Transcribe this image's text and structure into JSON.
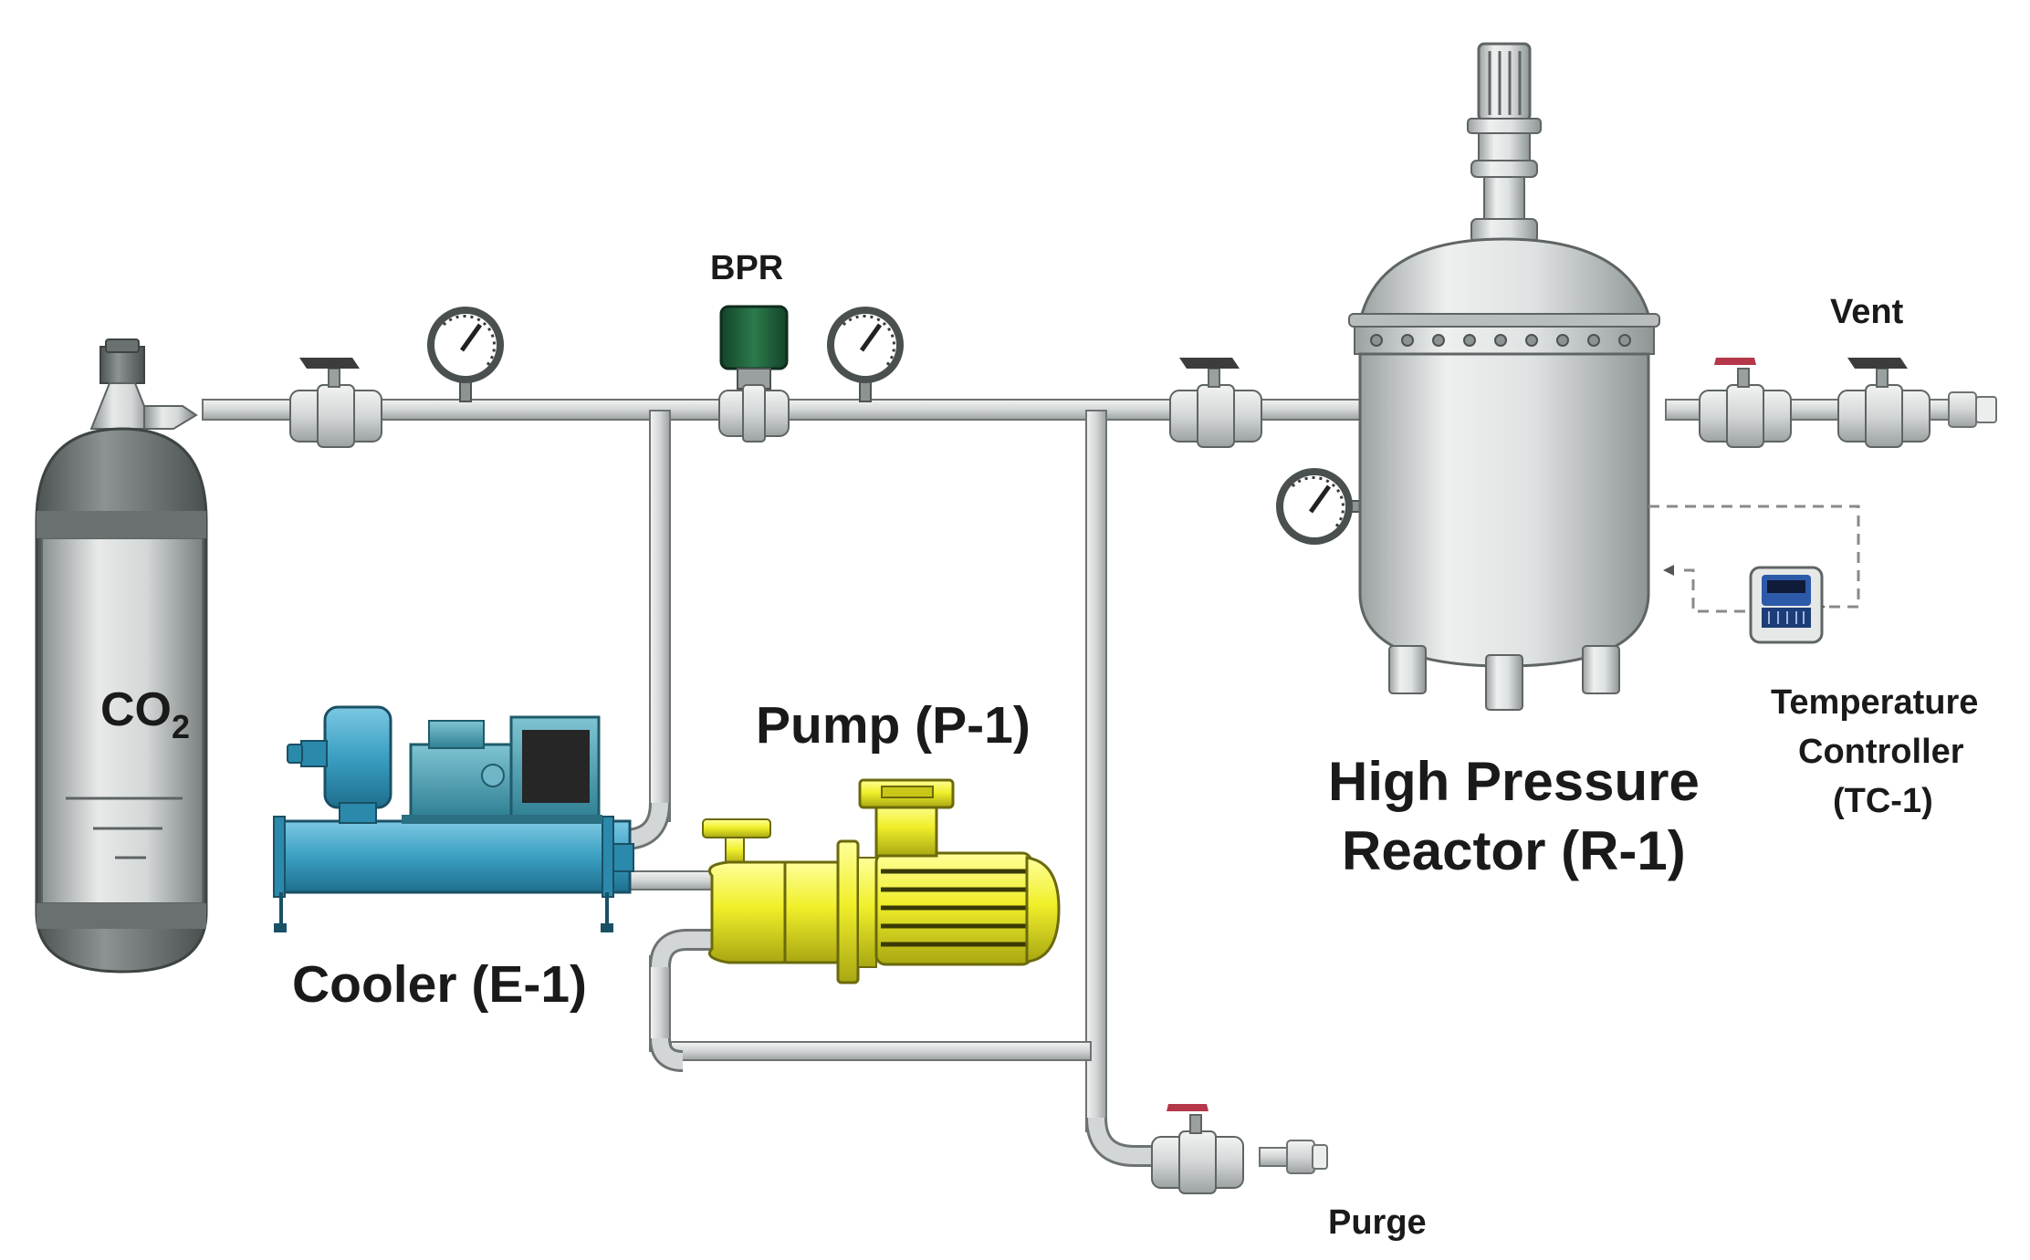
{
  "labels": {
    "co2": "CO",
    "co2_sub": "2",
    "bpr": "BPR",
    "vent": "Vent",
    "pump": "Pump (P-1)",
    "cooler": "Cooler (E-1)",
    "reactor_line1": "High Pressure",
    "reactor_line2": "Reactor (R-1)",
    "tc_line1": "Temperature",
    "tc_line2": "Controller",
    "tc_line3": "(TC-1)",
    "purge": "Purge"
  },
  "colors": {
    "pipe": "#d9dbdb",
    "pipe_edge": "#6d7272",
    "steel_light": "#e4e6e6",
    "steel_dark": "#7e8484",
    "cylinder_dark": "#5d6363",
    "cooler_blue": "#3a9fc2",
    "cooler_teal": "#4aa2b5",
    "pump_yellow": "#f0ef2a",
    "bpr_green": "#1f5e3a",
    "valve_handle": "#3c3c3c",
    "valve_handle_red": "#b5374a",
    "controller_blue": "#2d5aa8"
  }
}
